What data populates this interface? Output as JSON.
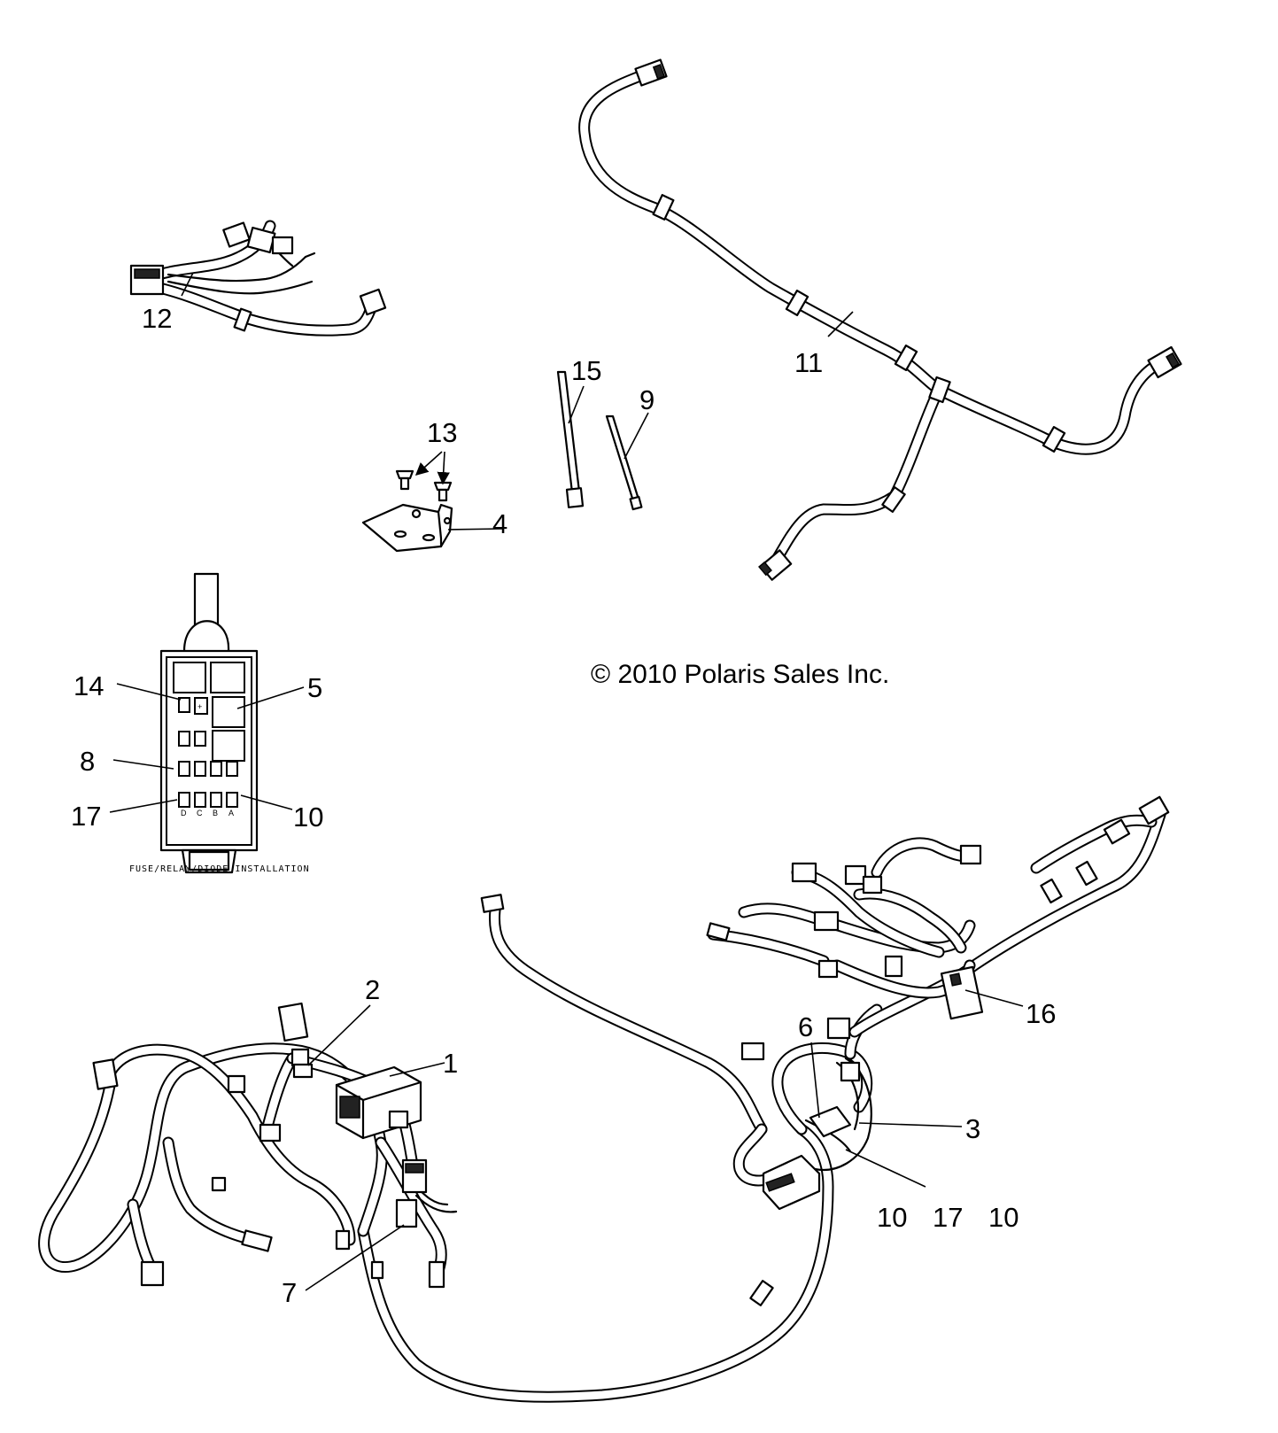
{
  "copyright": "© 2010 Polaris Sales Inc.",
  "fuse_box": {
    "caption": "FUSE/RELAY/DIODE INSTALLATION",
    "slot_letters": [
      "D",
      "C",
      "B",
      "A"
    ]
  },
  "callouts": {
    "c1": "1",
    "c2": "2",
    "c3": "3",
    "c4": "4",
    "c5": "5",
    "c6": "6",
    "c7": "7",
    "c8": "8",
    "c9": "9",
    "c10a": "10",
    "c10b": "10",
    "c10c": "10",
    "c11": "11",
    "c12": "12",
    "c13": "13",
    "c14": "14",
    "c15": "15",
    "c16": "16",
    "c17a": "17",
    "c17b": "17"
  }
}
